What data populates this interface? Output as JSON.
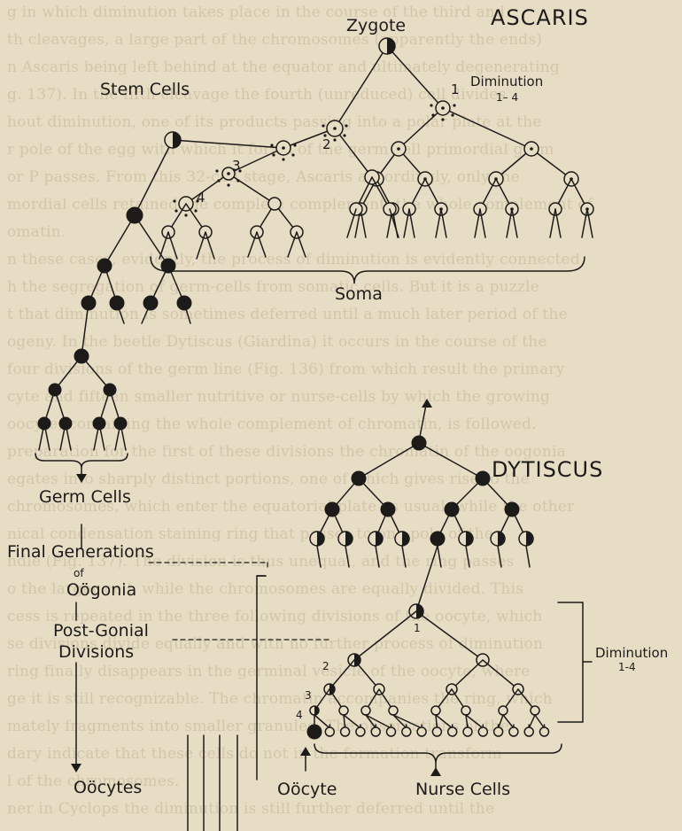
{
  "background_text": [
    "g in which diminution takes place in the course of the third and",
    "th cleavages, a large part of the chromosomes (apparently the ends)",
    "n Ascaris being left behind at the equator and ultimately degenerating",
    "g. 137). In the fifth cleavage the fourth (unreduced) cell divides",
    "hout diminution, one of its products passing into a polar plate at the",
    "r pole of the egg with which it forms of the germ cell primordial germ",
    "or P passes. From this 32-cell stage, Ascaris accordingly, only the",
    "mordial cells retained the complete complement, the whole complement of",
    "omatin.",
    "n these cases, evidently, the process of diminution is evidently connected",
    "h the segregation of germ-cells from somatic cells. But it is a puzzle",
    "t that diminution is sometimes deferred until a much later period of the",
    "ogeny. In the beetle Dytiscus (Giardina) it occurs in the course of the",
    "four divisions of the germ line (Fig. 136) from which result the primary",
    "cyte and fifteen smaller nutritive or nurse-cells by which the growing",
    "oocyte, containing the whole complement of chromatin, is followed.",
    "preparation for the first of these divisions the chromatin of the oogonia",
    "egates into sharply distinct portions, one of which gives rise to the",
    "chromosomes, which enter the equatorial plate as usual, while the other",
    "nical condensation staining ring that passes to one pole of the",
    "ndle (Fig. 137). The division is thus unequal, and the ring passes",
    "o the larger cell, while the chromosomes are equally divided. This",
    "cess is repeated in the three following divisions of the oocyte, which",
    "se divisions divide equally and with no further process of diminution",
    "ring finally disappears in the germinal vesicle of the oocyte, where",
    "ge it is still recognizable. The chromatin accompanies the ring, which",
    "mately fragments into smaller granules. The observations of the",
    "dary indicate that these cells do not in the formation transform",
    "l of the chromosomes.",
    "ner in Cyclops the diminution is still further deferred until the"
  ],
  "labels": {
    "zygote": "Zygote",
    "ascaris": "ASCARIS",
    "stem_cells": "Stem Cells",
    "diminution_top": "Diminution",
    "diminution_top_range": "1– 4",
    "soma": "Soma",
    "dytiscus": "DYTISCUS",
    "germ_cells": "Germ Cells",
    "final_generations": "Final Generations",
    "of": "of",
    "oogonia": "Oögonia",
    "post_gonial": "Post-Gonial",
    "divisions": "Divisions",
    "oocytes": "Oöcytes",
    "oocyte": "Oöcyte",
    "nurse_cells": "Nurse Cells",
    "diminution_bottom": "Diminution",
    "diminution_bottom_range": "1-4",
    "n1": "1",
    "n2": "2",
    "n3": "3",
    "n4": "4",
    "d1": "1",
    "d2": "2",
    "d3": "3",
    "d4": "4"
  },
  "colors": {
    "paper": "#e7ddc4",
    "ink": "#1c1b19",
    "faint_text": "#d3c7ab"
  }
}
